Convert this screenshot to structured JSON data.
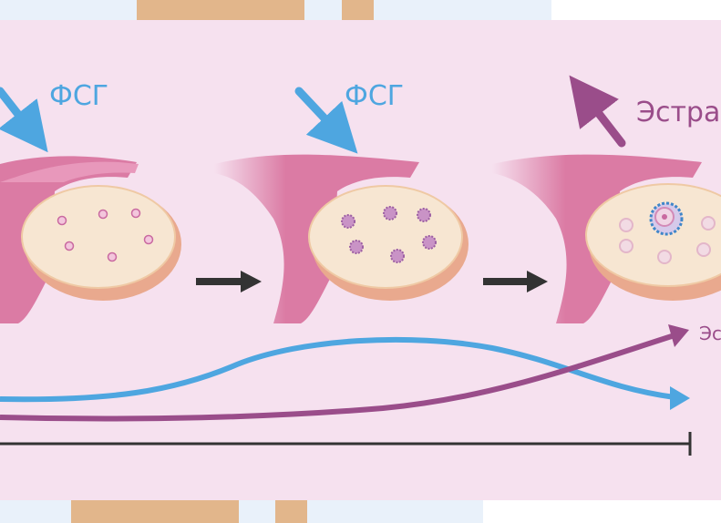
{
  "labels": {
    "fsh_1": "ФСГ",
    "fsh_2": "ФСГ",
    "estradiol_top": "Эстра",
    "estradiol_curve": "Эс"
  },
  "colors": {
    "panel_bg": "#f6e1ef",
    "fsh_blue": "#4ea6e0",
    "estradiol_purple": "#9a4d8a",
    "ovary_fill": "#f7e6d2",
    "ovary_rim": "#e9a98e",
    "tube_pink": "#db7ba4",
    "follicle": "#d38ab7",
    "arrow_dark": "#333333",
    "strip_tan": "#e2b68b",
    "strip_light": "#e9f1fa"
  },
  "stages": [
    {
      "name": "early-follicles",
      "follicle_count": 6
    },
    {
      "name": "growing-follicles",
      "follicle_count": 6
    },
    {
      "name": "dominant-follicle",
      "follicle_count": 6,
      "dominant": 1
    }
  ],
  "icons": [
    "fsh-arrow-icon",
    "estradiol-arrow-icon",
    "progress-arrow-icon",
    "timeline-end-icon"
  ]
}
